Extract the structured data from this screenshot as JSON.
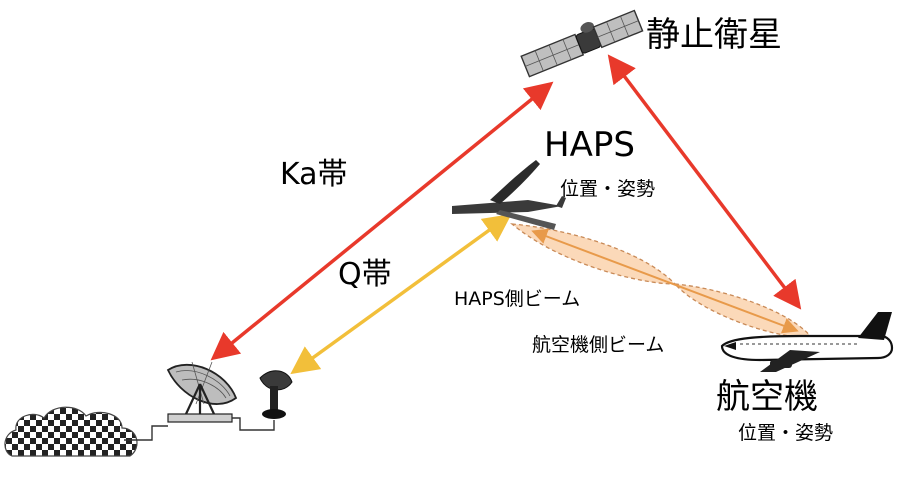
{
  "labels": {
    "satellite": "静止衛星",
    "haps": "HAPS",
    "haps_attitude": "位置・姿勢",
    "ka_band": "Ka帯",
    "q_band": "Q帯",
    "haps_beam": "HAPS側ビーム",
    "aircraft_beam": "航空機側ビーム",
    "aircraft": "航空機",
    "aircraft_attitude": "位置・姿勢"
  },
  "colors": {
    "ka_link": "#e8392b",
    "q_link": "#f2bf3a",
    "beam_fill": "#fbd9b9",
    "beam_stroke": "#c98a57",
    "body": "#2e2e2e"
  },
  "icons": {
    "satellite": "satellite-icon",
    "haps": "haps-aircraft-icon",
    "aircraft": "airliner-icon",
    "large_dish": "parabolic-dish-icon",
    "small_dish": "small-dish-icon",
    "network": "network-cloud-icon"
  }
}
